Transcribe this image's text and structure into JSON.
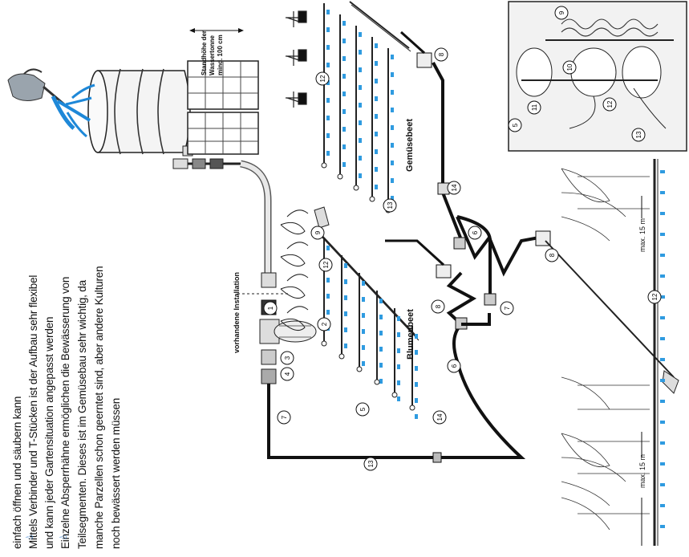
{
  "instructions": {
    "lines": [
      "einfach öffnen und säubern kann",
      "Mittels Verbinder und T-Stücken ist der Aufbau sehr flexibel",
      "und kann jeder Gartensituation angepasst werden",
      "Einzelne Absperrhähne ermöglichen die Bewässerung von",
      "Teilsegmenten. Dieses ist im Gemüsebau sehr wichtig, da",
      "manche Parzellen schon geerntet sind, aber andere Kulturen",
      "noch bewässert werden müssen"
    ],
    "bullet_color": "#1f6fc9"
  },
  "labels": {
    "standhoehe": [
      "Standhöhe der",
      "Wassertonne",
      "mind. 100 cm"
    ],
    "vorhandene_installation": "vorhandene Installation",
    "blumenbeet": "Blumenbeet",
    "gemuesebeet": "Gemüsebeet",
    "max_left": "max. 15 m",
    "max_right": "max. 15 m"
  },
  "part_numbers": {
    "n1": "1",
    "n2": "2",
    "n3": "3",
    "n4": "4",
    "n5": "5",
    "n6a": "6",
    "n6b": "6",
    "n7a": "7",
    "n7b": "7",
    "n8a": "8",
    "n8b": "8",
    "n8c": "8",
    "n9a": "9",
    "n9b": "9",
    "n10": "10",
    "n11": "11",
    "n12a": "12",
    "n12b": "12",
    "n12c": "12",
    "n12d": "12",
    "n13a": "13",
    "n13b": "13",
    "n13c": "13",
    "n14a": "14",
    "n14b": "14",
    "n5b": "5"
  },
  "colors": {
    "drip": "#2f9be0",
    "water": "#1e88d8",
    "line": "#111111",
    "inset_bg": "#f2f2f2"
  }
}
